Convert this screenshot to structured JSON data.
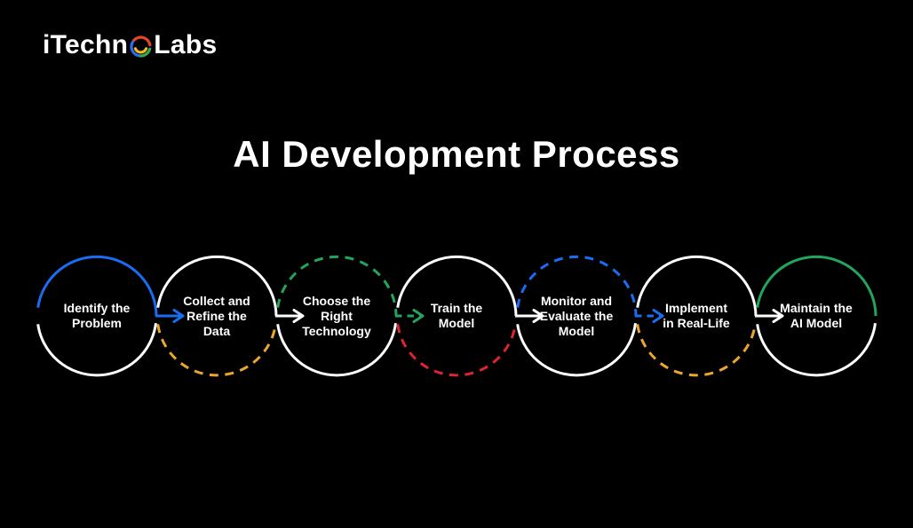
{
  "page": {
    "background_color": "#000000"
  },
  "logo": {
    "brand": "iTechnoLabs",
    "text_before": "iTechn",
    "text_after": "Labs",
    "ring_icon": "multicolor-o-ring",
    "ring_colors": {
      "red": "#e8432d",
      "blue": "#2a6df5",
      "green": "#34a853",
      "yellow": "#f5b820"
    }
  },
  "title": "AI Development Process",
  "diagram": {
    "description": "Seven-step left-to-right circular process flow",
    "colors": {
      "blue": "#1b6cf0",
      "amber": "#eaa62e",
      "green": "#22a55c",
      "red": "#de2430",
      "white": "#ffffff"
    },
    "steps": [
      {
        "order": 1,
        "label": "Identify the\nProblem",
        "top_arc": {
          "color": "#1b6cf0",
          "style": "solid"
        },
        "bottom_arc": {
          "color": "#ffffff",
          "style": "solid"
        },
        "arrow_to_next": {
          "color": "#1b6cf0",
          "style": "solid"
        }
      },
      {
        "order": 2,
        "label": "Collect and\nRefine the\nData",
        "top_arc": {
          "color": "#ffffff",
          "style": "solid"
        },
        "bottom_arc": {
          "color": "#eaa62e",
          "style": "dashed"
        },
        "arrow_to_next": {
          "color": "#ffffff",
          "style": "solid"
        }
      },
      {
        "order": 3,
        "label": "Choose the\nRight\nTechnology",
        "top_arc": {
          "color": "#22a55c",
          "style": "dashed"
        },
        "bottom_arc": {
          "color": "#ffffff",
          "style": "solid"
        },
        "arrow_to_next": {
          "color": "#22a55c",
          "style": "dashed"
        }
      },
      {
        "order": 4,
        "label": "Train the\nModel",
        "top_arc": {
          "color": "#ffffff",
          "style": "solid"
        },
        "bottom_arc": {
          "color": "#de2430",
          "style": "dashed"
        },
        "arrow_to_next": {
          "color": "#ffffff",
          "style": "solid"
        }
      },
      {
        "order": 5,
        "label": "Monitor and\nEvaluate the\nModel",
        "top_arc": {
          "color": "#1b6cf0",
          "style": "dashed"
        },
        "bottom_arc": {
          "color": "#ffffff",
          "style": "solid"
        },
        "arrow_to_next": {
          "color": "#1b6cf0",
          "style": "dashed"
        }
      },
      {
        "order": 6,
        "label": "Implement\nin Real-Life",
        "top_arc": {
          "color": "#ffffff",
          "style": "solid"
        },
        "bottom_arc": {
          "color": "#eaa62e",
          "style": "dashed"
        },
        "arrow_to_next": {
          "color": "#ffffff",
          "style": "solid"
        }
      },
      {
        "order": 7,
        "label": "Maintain the\nAI Model",
        "top_arc": {
          "color": "#22a55c",
          "style": "solid"
        },
        "bottom_arc": {
          "color": "#ffffff",
          "style": "solid"
        },
        "arrow_to_next": null
      }
    ]
  }
}
